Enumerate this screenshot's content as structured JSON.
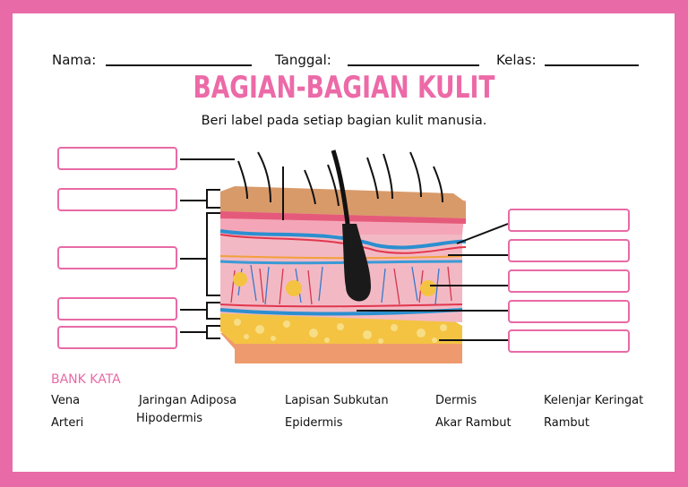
{
  "header": {
    "nama_label": "Nama:",
    "tanggal_label": "Tanggal:",
    "kelas_label": "Kelas:"
  },
  "title": "BAGIAN-BAGIAN KULIT",
  "instruction": "Beri label pada setiap bagian kulit manusia.",
  "word_bank": {
    "title": "BANK KATA",
    "words": [
      "Vena",
      "Jaringan Adiposa",
      "Lapisan Subkutan",
      "Dermis",
      "Kelenjar Keringat",
      "Arteri",
      "Hipodermis",
      "Epidermis",
      "Akar Rambut",
      "Rambut"
    ]
  },
  "colors": {
    "accent": "#e86aa6",
    "border": "#e86aa6"
  }
}
